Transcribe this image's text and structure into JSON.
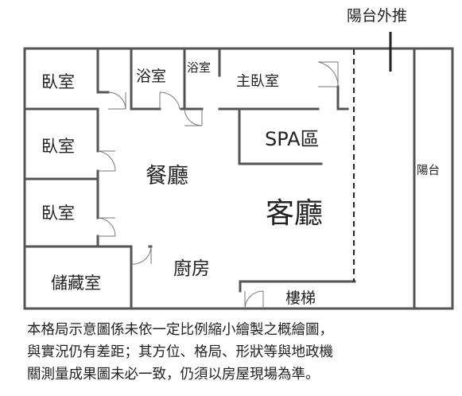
{
  "rooms": {
    "bedroom_1": "臥室",
    "bedroom_2": "臥室",
    "bedroom_3": "臥室",
    "bath_1": "浴室",
    "bath_2": "浴室",
    "master_bedroom": "主臥室",
    "spa": "SPA區",
    "dining": "餐廳",
    "living": "客廳",
    "storage": "儲藏室",
    "kitchen": "廚房",
    "stairs": "樓梯",
    "balcony": "陽台",
    "balcony_out": "陽台外推"
  },
  "disclaimer": {
    "line1": "本格局示意圖係未依一定比例縮小繪製之概繪圖，",
    "line2": "與實況仍有差距；其方位、格局、形狀等與地政機",
    "line3": "關測量成果圖未必一致，仍須以房屋現場為準。"
  }
}
